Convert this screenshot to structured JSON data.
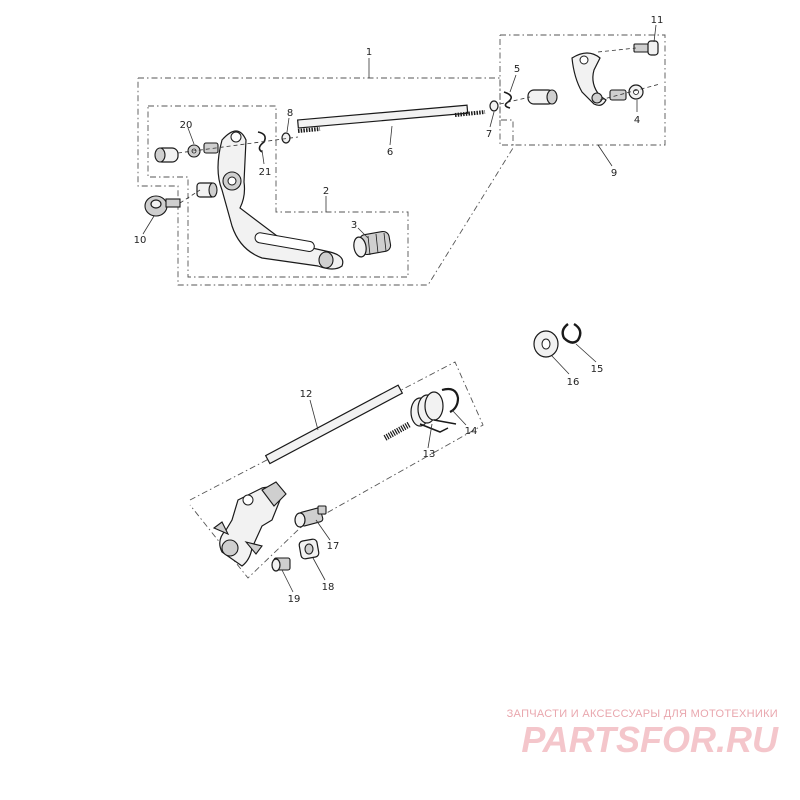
{
  "callouts": [
    {
      "id": "c1",
      "label": "1"
    },
    {
      "id": "c2",
      "label": "2"
    },
    {
      "id": "c3",
      "label": "3"
    },
    {
      "id": "c4",
      "label": "4"
    },
    {
      "id": "c5",
      "label": "5"
    },
    {
      "id": "c6",
      "label": "6"
    },
    {
      "id": "c7",
      "label": "7"
    },
    {
      "id": "c8",
      "label": "8"
    },
    {
      "id": "c9",
      "label": "9"
    },
    {
      "id": "c10",
      "label": "10"
    },
    {
      "id": "c11",
      "label": "11"
    },
    {
      "id": "c12",
      "label": "12"
    },
    {
      "id": "c13",
      "label": "13"
    },
    {
      "id": "c14",
      "label": "14"
    },
    {
      "id": "c15",
      "label": "15"
    },
    {
      "id": "c16",
      "label": "16"
    },
    {
      "id": "c17",
      "label": "17"
    },
    {
      "id": "c18",
      "label": "18"
    },
    {
      "id": "c19",
      "label": "19"
    },
    {
      "id": "c20",
      "label": "20"
    },
    {
      "id": "c21",
      "label": "21"
    }
  ],
  "watermark": {
    "tagline": "ЗАПЧАСТИ И АКСЕССУАРЫ ДЛЯ МОТОТЕХНИКИ",
    "logo": "PARTSFOR.RU",
    "color": "#f4c6cb"
  }
}
